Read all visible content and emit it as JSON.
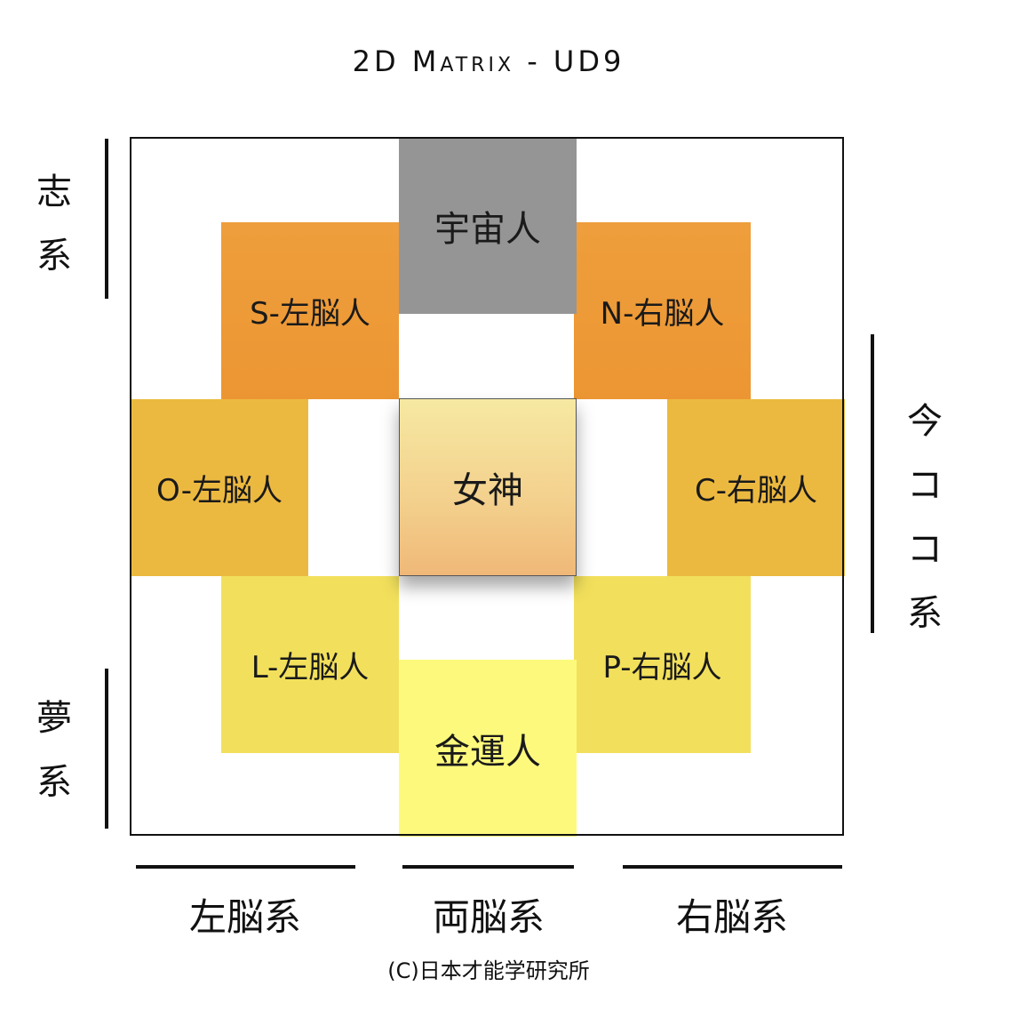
{
  "title": "2D Matrix - UD9",
  "cells": {
    "uchujin": "宇宙人",
    "s_left": "S-左脳人",
    "n_right": "N-右脳人",
    "o_left": "O-左脳人",
    "megami": "女神",
    "c_right": "C-右脳人",
    "l_left": "L-左脳人",
    "p_right": "P-右脳人",
    "kinunjin": "金運人"
  },
  "side_labels": {
    "shikei": [
      "志",
      "系"
    ],
    "mukei": [
      "夢",
      "系"
    ],
    "imakokokei": [
      "今",
      "コ コ",
      "系"
    ]
  },
  "bottom_labels": {
    "left": "左脳系",
    "both": "両脳系",
    "right": "右脳系"
  },
  "copyright": "(C)日本才能学研究所",
  "colors": {
    "uchujin": "#959595",
    "orange_top": "#ee9c3a",
    "amber_mid": "#ecb940",
    "yellow_bottom": "#f2e05c",
    "kinunjin": "#fdf97d",
    "megami_top": "#f5e8a0",
    "megami_bottom": "#f1bd7e"
  }
}
